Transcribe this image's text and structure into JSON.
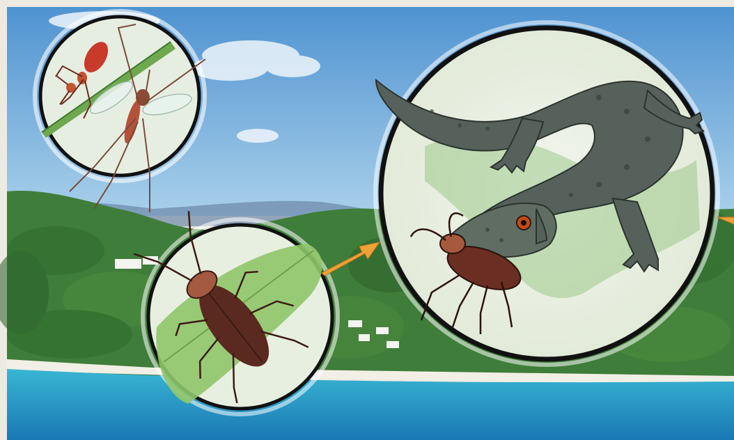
{
  "illustration": {
    "panels": [
      {
        "subject": "ant-and-mosquito"
      },
      {
        "subject": "cockroach"
      },
      {
        "subject": "lizard-eating-cockroach"
      }
    ],
    "arrows": [
      {
        "from": "cockroach",
        "to": "lizard-eating-cockroach"
      },
      {
        "from": "lizard-eating-cockroach",
        "to": "offscreen-right"
      }
    ],
    "colors": {
      "sky": "#5d9fd6",
      "hills": "#3f7d3a",
      "sea": "#23a3c8",
      "beach": "#f2efe6",
      "ring": "#111111",
      "arrow": "#f0a23a",
      "lizard": "#55615a",
      "cockroach": "#5a2a20",
      "leaf": "#8fc56a",
      "ant": "#c83a2a"
    }
  }
}
